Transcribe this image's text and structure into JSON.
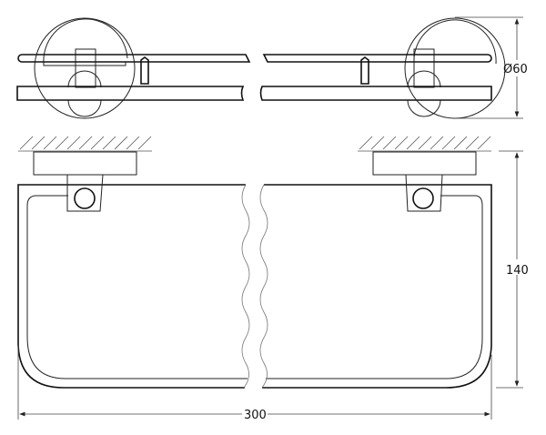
{
  "dimensions": {
    "diameter": "Ø60",
    "depth": "140",
    "width": "300"
  }
}
